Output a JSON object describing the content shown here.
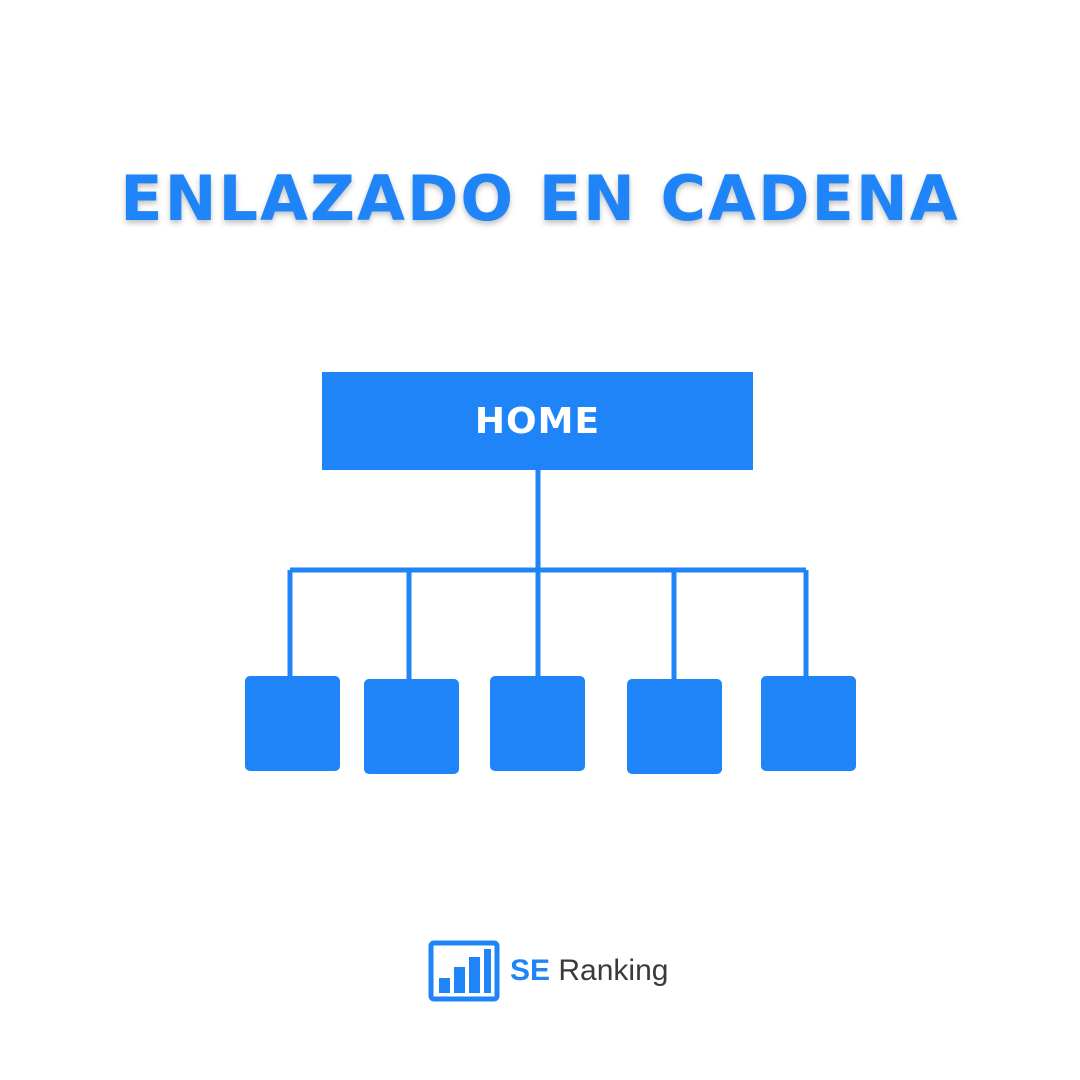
{
  "title": "ENLAZADO EN CADENA",
  "diagram": {
    "root": {
      "label": "HOME"
    },
    "children_count": 5,
    "child_labels": [
      "",
      "",
      "",
      "",
      ""
    ]
  },
  "brand": {
    "se": "SE",
    "ranking": "Ranking",
    "icon": "bar-chart-icon"
  },
  "colors": {
    "accent": "#1e84f7",
    "text_dark": "#3a3a3a",
    "background": "#ffffff"
  }
}
